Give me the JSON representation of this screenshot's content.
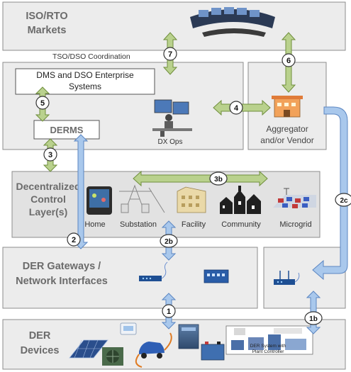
{
  "layers": {
    "iso": "ISO/RTO\nMarkets",
    "tso_dso": "TSO/DSO  Coordination",
    "dms": "DMS and DSO Enterprise\nSystems",
    "derms": "DERMS",
    "dx_ops": "DX Ops",
    "aggregator": "Aggregator\nand/or Vendor",
    "decentralized": "Decentralized\nControl\nLayer(s)",
    "gateways": "DER Gateways /\nNetwork Interfaces",
    "devices": "DER\nDevices"
  },
  "control_nodes": [
    "Home",
    "Substation",
    "Facility",
    "Community",
    "Microgrid"
  ],
  "device_label": "DER System with\nPlant Controller",
  "interfaces": [
    "1",
    "1b",
    "2",
    "2b",
    "2c",
    "3",
    "3b",
    "4",
    "5",
    "6",
    "7"
  ],
  "colors": {
    "panel": "#ececec",
    "panel_border": "#8c8c8c",
    "arrow_green": "#b9d18d",
    "arrow_green_edge": "#6f8e3c",
    "arrow_blue": "#a9c8ec",
    "arrow_blue_edge": "#5b86c2",
    "title_text": "#6b6b6b"
  }
}
